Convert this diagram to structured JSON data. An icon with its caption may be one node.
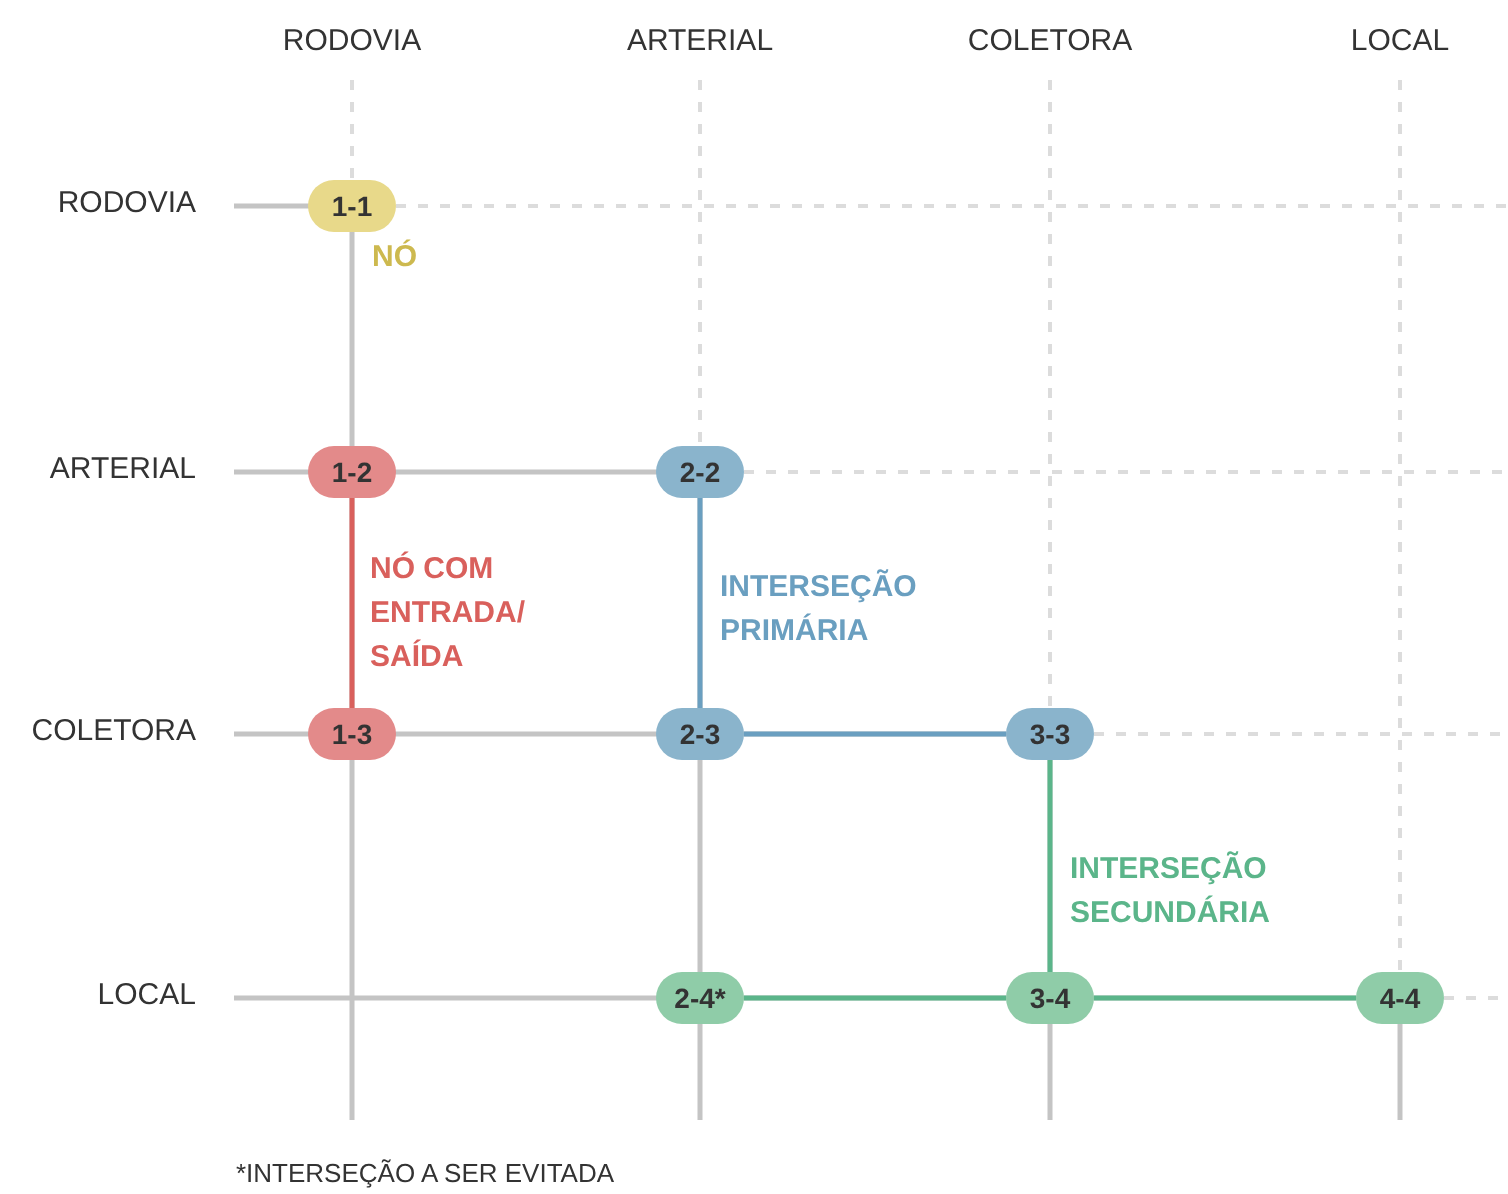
{
  "diagram": {
    "caption": "*INTERSEÇÃO A SER EVITADA",
    "nodes": [
      {
        "text": [
          "1-1"
        ],
        "beside": [
          "NÓ"
        ]
      },
      {
        "text": [
          "1-2"
        ]
      },
      {
        "text": [
          "2-2"
        ]
      },
      {
        "text": [
          "1-3"
        ]
      },
      {
        "text": [
          "2-3"
        ]
      },
      {
        "text": [
          "3-3"
        ]
      },
      {
        "text": [
          "2-4*"
        ]
      },
      {
        "text": [
          "3-4"
        ]
      },
      {
        "text": [
          "4-4"
        ]
      }
    ],
    "edges": [
      {
        "from": 1,
        "to": 3,
        "arrow": "none",
        "label": "NÓ COM ENTRADA/ SAÍDA",
        "color": "#d9605c"
      },
      {
        "from": 2,
        "to": 4,
        "arrow": "none",
        "label": "INTERSEÇÃO PRIMÁRIA",
        "color": "#6a9fc0"
      },
      {
        "from": 4,
        "to": 5,
        "arrow": "none",
        "color": "#6a9fc0"
      },
      {
        "from": 5,
        "to": 7,
        "arrow": "none",
        "label": "INTERSEÇÃO SECUNDÁRIA",
        "color": "#5bb58a"
      },
      {
        "from": 6,
        "to": 7,
        "arrow": "none",
        "color": "#5bb58a"
      },
      {
        "from": 7,
        "to": 8,
        "arrow": "none",
        "color": "#5bb58a"
      }
    ],
    "labels": [
      "RODOVIA",
      "ARTERIAL",
      "COLETORA",
      "LOCAL",
      "RODOVIA",
      "ARTERIAL",
      "COLETORA",
      "LOCAL"
    ]
  }
}
